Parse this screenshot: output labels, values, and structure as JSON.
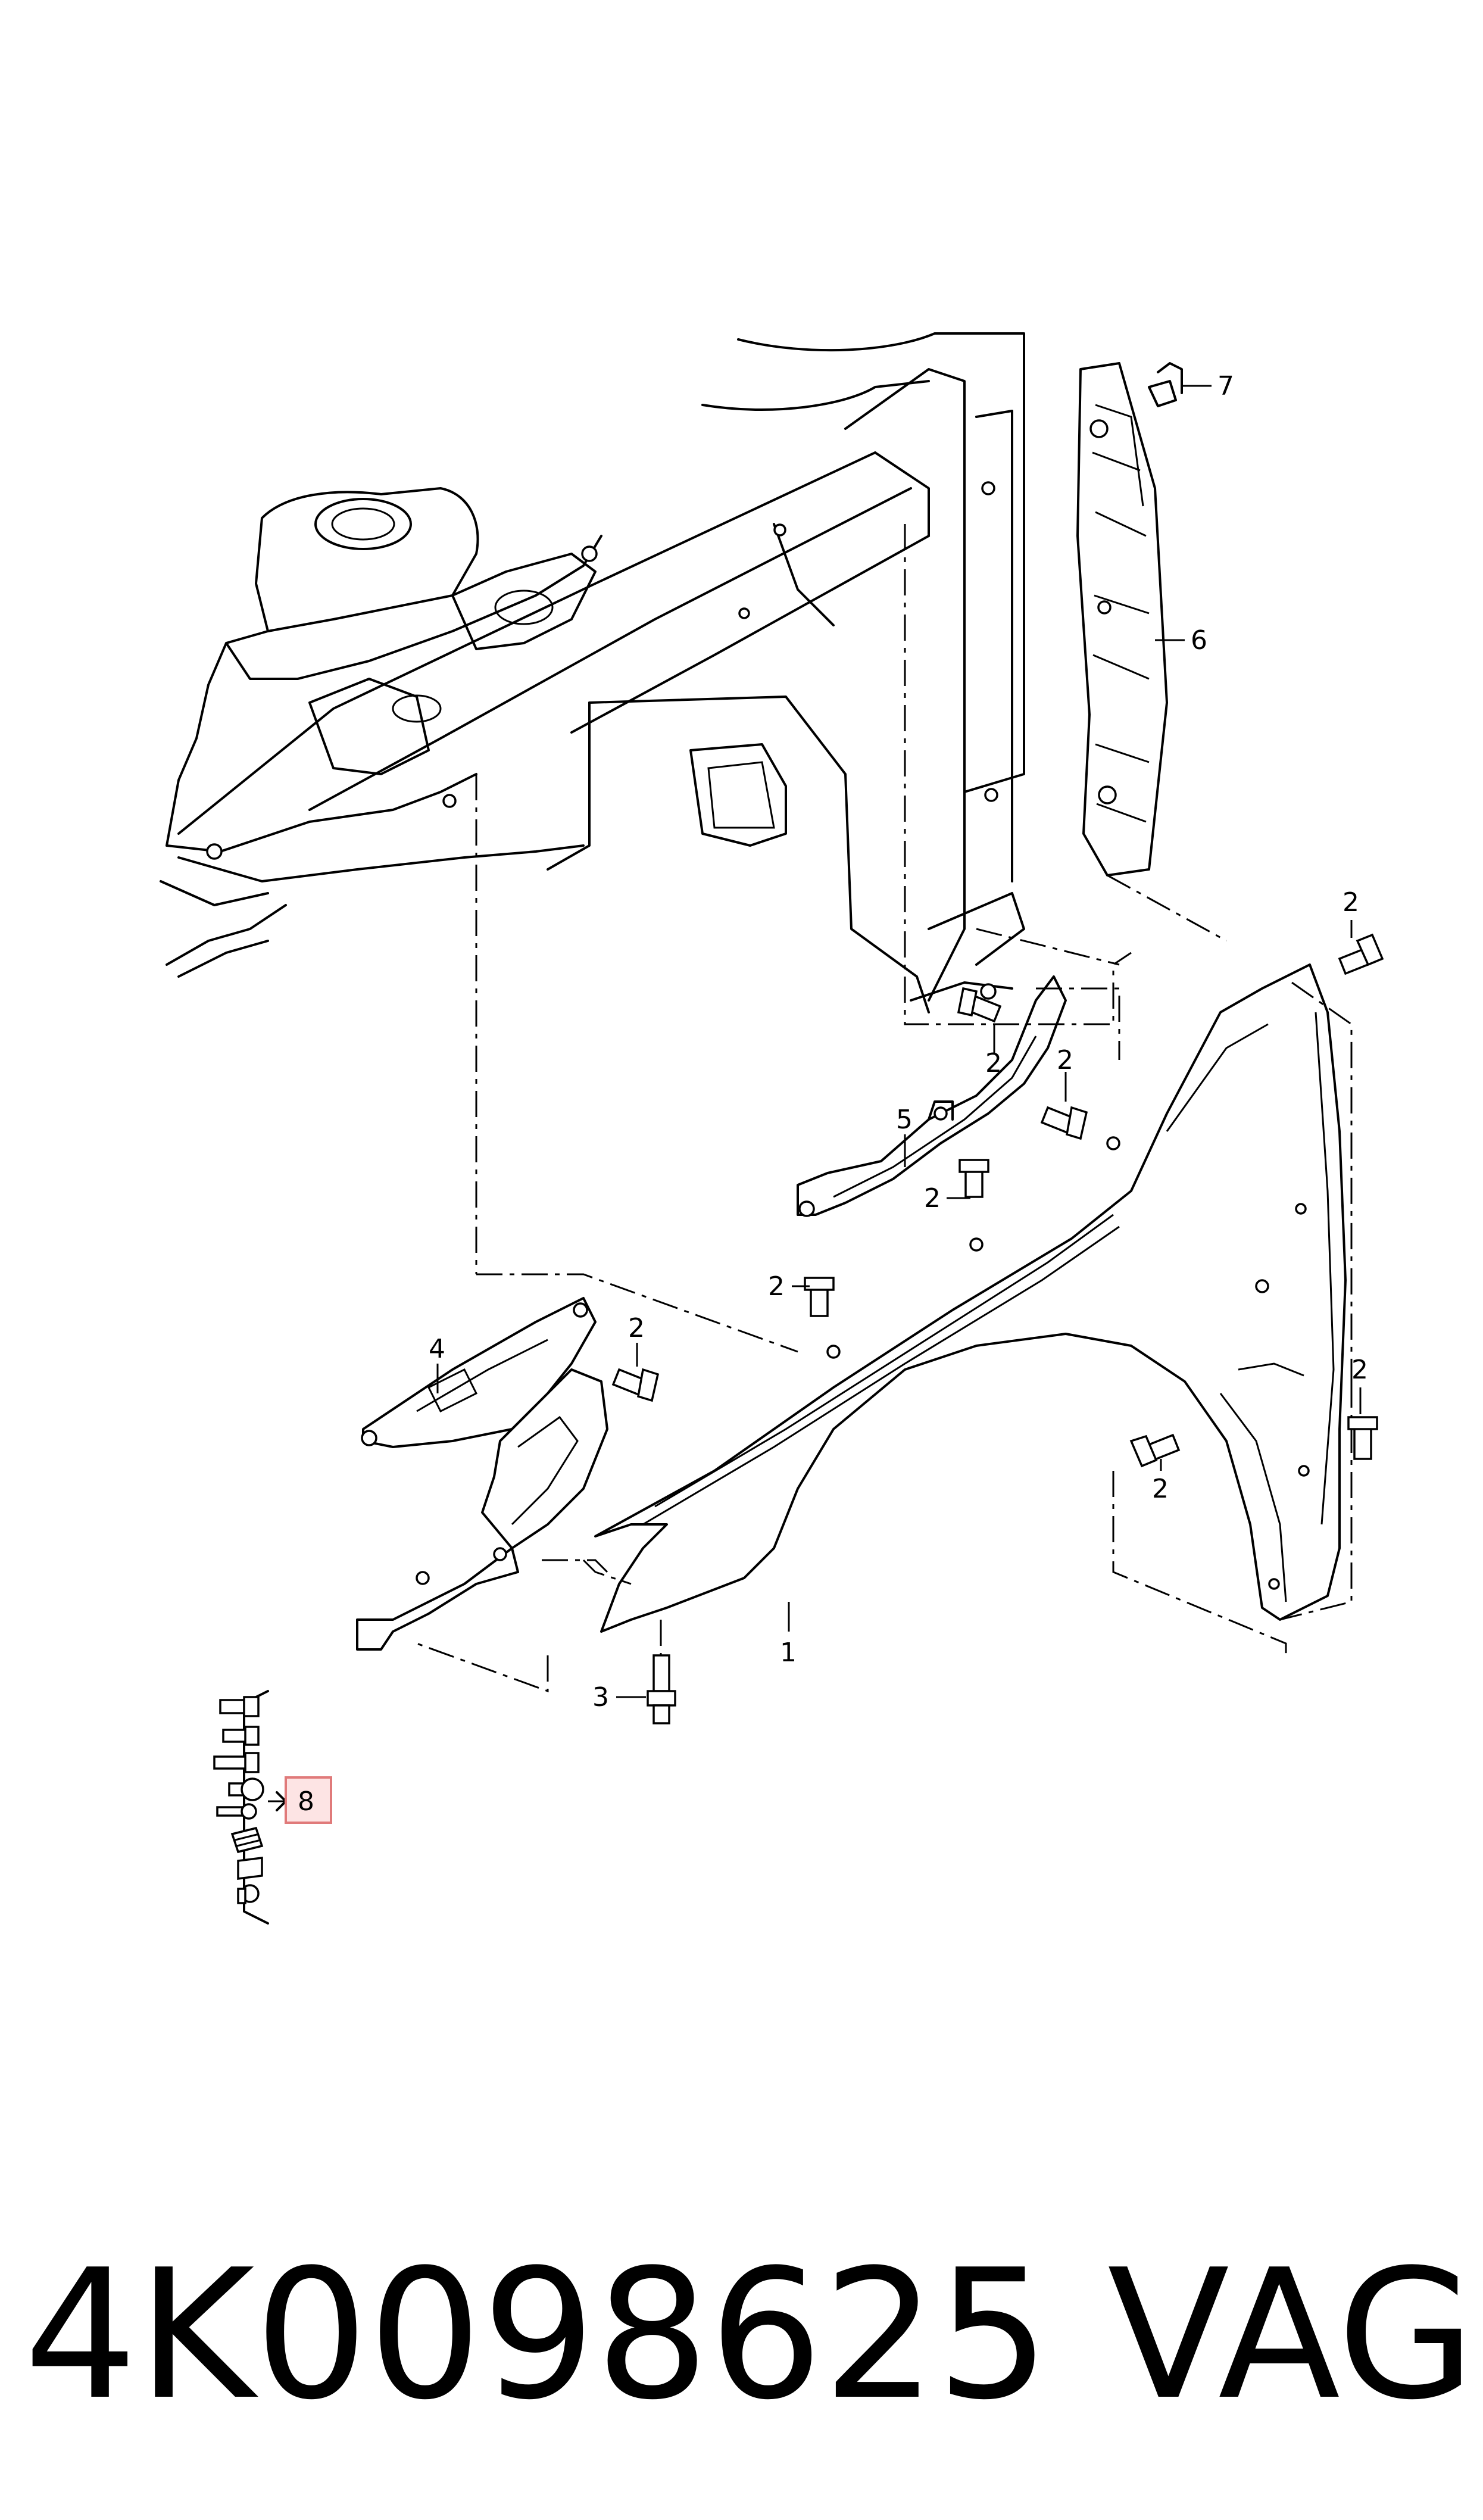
{
  "diagram": {
    "callouts": {
      "c1": "1",
      "c2a": "2",
      "c2b": "2",
      "c2c": "2",
      "c2d": "2",
      "c2e": "2",
      "c2f": "2",
      "c2g": "2",
      "c2h": "2",
      "c3": "3",
      "c4": "4",
      "c5": "5",
      "c6": "6",
      "c7": "7",
      "c8": "8"
    },
    "highlight_color": "#e07a7a"
  },
  "footer": {
    "part_number": "4K0098625",
    "brand": "VAG"
  }
}
